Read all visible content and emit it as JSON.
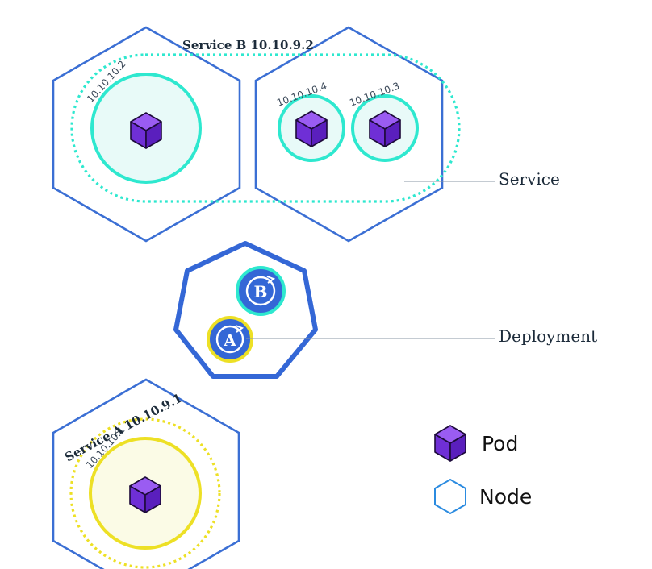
{
  "colors": {
    "node_stroke": "#3b6fd4",
    "service_b": "#2ee8cf",
    "service_a": "#ede025",
    "pod_top": "#9a5cf2",
    "pod_left": "#6f2fd6",
    "pod_right": "#5a1fbd",
    "deployment_blue": "#3467d6",
    "label_text": "#1c2b3a",
    "legend_node": "#2b8be0"
  },
  "service_b": {
    "title": "Service B 10.10.9.2",
    "pods": [
      {
        "ip": "10.10.10.2"
      },
      {
        "ip": "10.10.10.4"
      },
      {
        "ip": "10.10.10.3"
      }
    ]
  },
  "service_a": {
    "title": "Service A  10.10.9.1",
    "pods": [
      {
        "ip": "10.10.10.1"
      }
    ]
  },
  "deployment": {
    "badges": [
      "B",
      "A"
    ]
  },
  "callouts": {
    "service": "Service",
    "deployment": "Deployment"
  },
  "legend": {
    "pod": "Pod",
    "node": "Node"
  }
}
